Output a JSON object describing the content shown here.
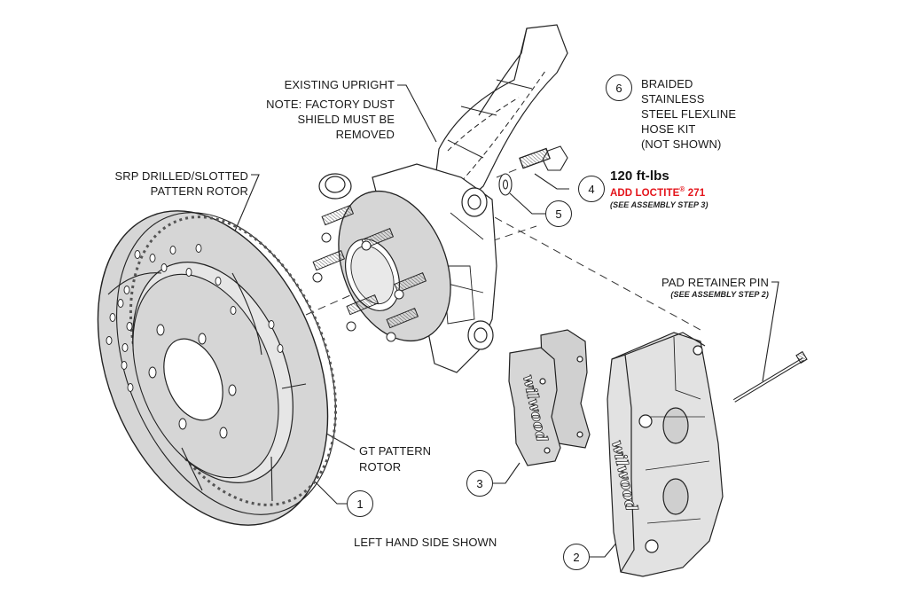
{
  "diagram": {
    "title": "Brake kit exploded assembly view",
    "colors": {
      "line": "#222222",
      "part_fill": "#d6d6d6",
      "warning_red": "#e4141b",
      "background": "#ffffff"
    },
    "labels": {
      "existing_upright": {
        "lines": [
          "EXISTING UPRIGHT"
        ]
      },
      "dust_shield_note": {
        "lines": [
          "NOTE: FACTORY DUST",
          "SHIELD MUST BE",
          "REMOVED"
        ]
      },
      "rotor_srp": {
        "lines": [
          "SRP DRILLED/SLOTTED",
          "PATTERN ROTOR"
        ]
      },
      "rotor_gt": {
        "lines": [
          "GT PATTERN",
          "ROTOR"
        ]
      },
      "hose_kit": {
        "lines": [
          "BRAIDED",
          "STAINLESS",
          "STEEL FLEXLINE",
          "HOSE KIT",
          "(NOT SHOWN)"
        ]
      },
      "bolt_torque": {
        "torque": "120 ft-lbs",
        "loctite_prefix": "ADD LOCTITE",
        "loctite_mark": "®",
        "loctite_suffix": " 271",
        "note": "(SEE ASSEMBLY STEP 3)"
      },
      "pad_retainer_pin": {
        "title": "PAD RETAINER PIN",
        "note": "(SEE ASSEMBLY STEP 2)"
      },
      "side_shown": "LEFT HAND SIDE SHOWN"
    },
    "callouts": [
      {
        "id": "1",
        "part": "rotor"
      },
      {
        "id": "2",
        "part": "caliper"
      },
      {
        "id": "3",
        "part": "brake-pads"
      },
      {
        "id": "4",
        "part": "bolt"
      },
      {
        "id": "5",
        "part": "washer"
      },
      {
        "id": "6",
        "part": "hose-kit"
      }
    ],
    "brand_marks": {
      "pad": "wilwood",
      "caliper": "wilwood"
    }
  }
}
